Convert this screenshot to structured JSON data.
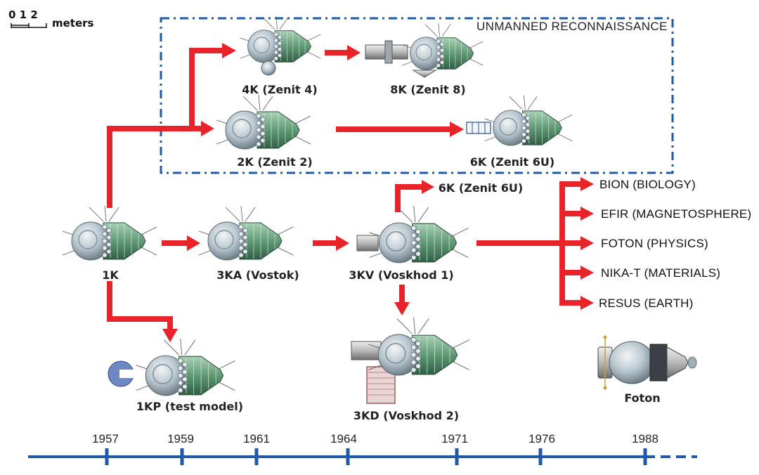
{
  "scale": {
    "numbers": "0 1 2",
    "unit": "meters"
  },
  "group_label": "UNMANNED RECONNAISSANCE",
  "craft": {
    "k1": "1K",
    "k2": "2K (Zenit 2)",
    "k4": "4K (Zenit 4)",
    "k8": "8K (Zenit 8)",
    "k6u": "6K (Zenit 6U)",
    "k6u_b": "6K (Zenit 6U)",
    "k3ka": "3KA (Vostok)",
    "k3kv": "3KV (Voskhod 1)",
    "k3kd": "3KD (Voskhod 2)",
    "k1kp": "1KP (test model)",
    "foton": "Foton"
  },
  "branches": [
    "BION (BIOLOGY)",
    "EFIR (MAGNETOSPHERE)",
    "FOTON (PHYSICS)",
    "NIKA-T (MATERIALS)",
    "RESUS (EARTH)"
  ],
  "timeline": {
    "years": [
      "1957",
      "1959",
      "1961",
      "1964",
      "1971",
      "1976",
      "1988"
    ]
  },
  "colors": {
    "arrow": "#e8232a",
    "timeline": "#2059a8",
    "dash_box": "#1f5aa8",
    "hull_green": "#5f9a74",
    "sphere": "#b9c7cf"
  }
}
